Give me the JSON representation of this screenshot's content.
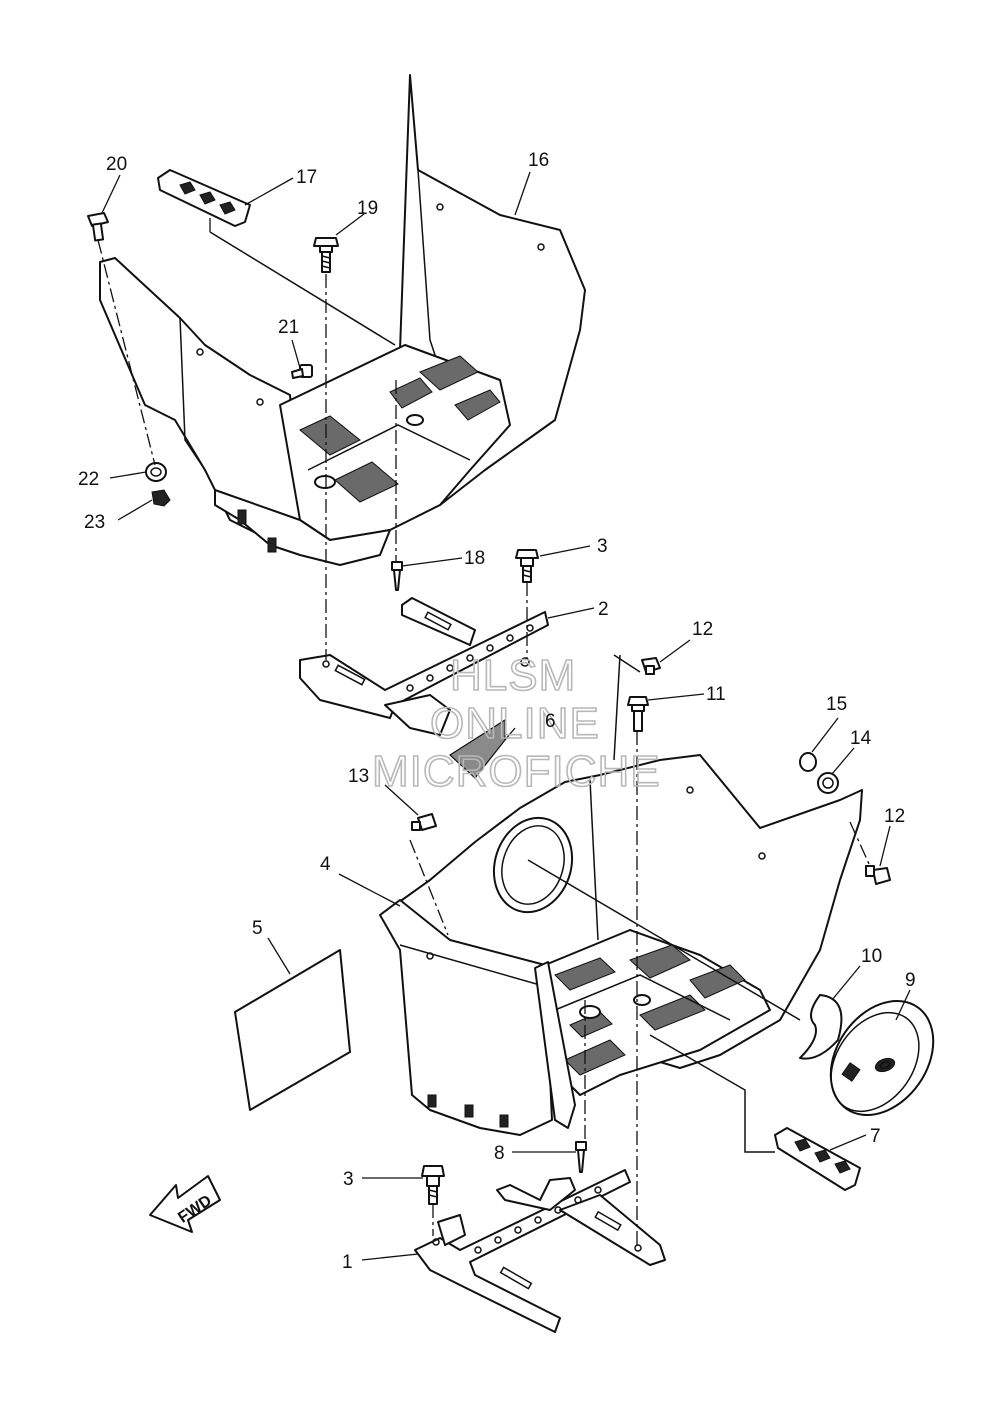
{
  "diagram": {
    "callouts": [
      "1",
      "2",
      "3",
      "3",
      "4",
      "5",
      "6",
      "7",
      "8",
      "9",
      "10",
      "11",
      "12",
      "12",
      "13",
      "14",
      "15",
      "16",
      "17",
      "18",
      "19",
      "20",
      "21",
      "22",
      "23"
    ],
    "watermark": [
      "HLSM",
      "ONLINE",
      "MICROFICHE"
    ],
    "direction_arrow": "FWD"
  }
}
